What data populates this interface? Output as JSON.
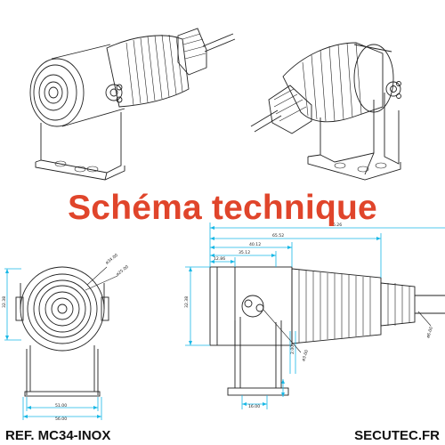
{
  "title": "Schéma technique",
  "footer": {
    "reference": "REF. MC34-INOX",
    "brand": "SECUTEC.FR"
  },
  "colors": {
    "title": "#e0452b",
    "dimension": "#19b8e6",
    "line": "#222222"
  },
  "front_view": {
    "dims": {
      "diameter_outer": "ø34.00",
      "diameter_inner": "ø25.00",
      "height": "32.38",
      "bracket_inner_width": "51.00",
      "bracket_outer_width": "56.00"
    }
  },
  "side_view": {
    "dims": {
      "total_length": "96.26",
      "length_b": "65.52",
      "length_c": "40.12",
      "length_d": "35.12",
      "length_e": "12.86",
      "height": "32.38",
      "cable": "ø6.00",
      "screw": "ø3.00",
      "foot_width": "16.00",
      "thickness_label": "2.00"
    }
  }
}
